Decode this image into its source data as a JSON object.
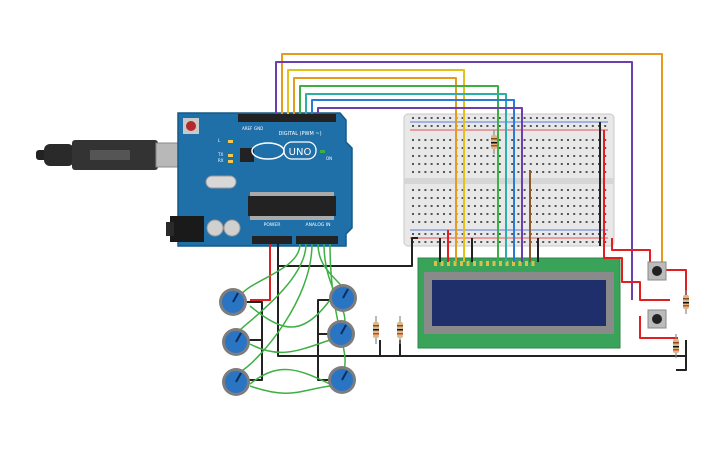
{
  "arduino": {
    "digital_label": "DIGITAL (PWM ~)",
    "brand_label": "UNO",
    "power_label": "POWER",
    "analog_label": "ANALOG IN",
    "tx_label": "TX",
    "rx_label": "RX",
    "aref_label": "AREF",
    "gnd_label": "GND",
    "l_label": "L",
    "on_label": "ON"
  },
  "components": {
    "potentiometers": 6,
    "pushbuttons": 2,
    "resistors": 5,
    "lcd": "16x2",
    "breadboard": "half"
  },
  "colors": {
    "board": "#1f6fa8",
    "breadboard": "#e8e8e8",
    "lcd_pcb": "#3aa35a",
    "lcd_screen": "#1e2f6b",
    "knob": "#2a74c4",
    "wire_orange": "#e89a1c",
    "wire_purple": "#6c3fb0",
    "wire_yellow": "#e3c11a",
    "wire_green": "#3cb043",
    "wire_teal": "#2ab0a8",
    "wire_blue": "#2a7ad8",
    "wire_red": "#e02020",
    "wire_black": "#222222",
    "wire_brown": "#8a5a2b"
  }
}
